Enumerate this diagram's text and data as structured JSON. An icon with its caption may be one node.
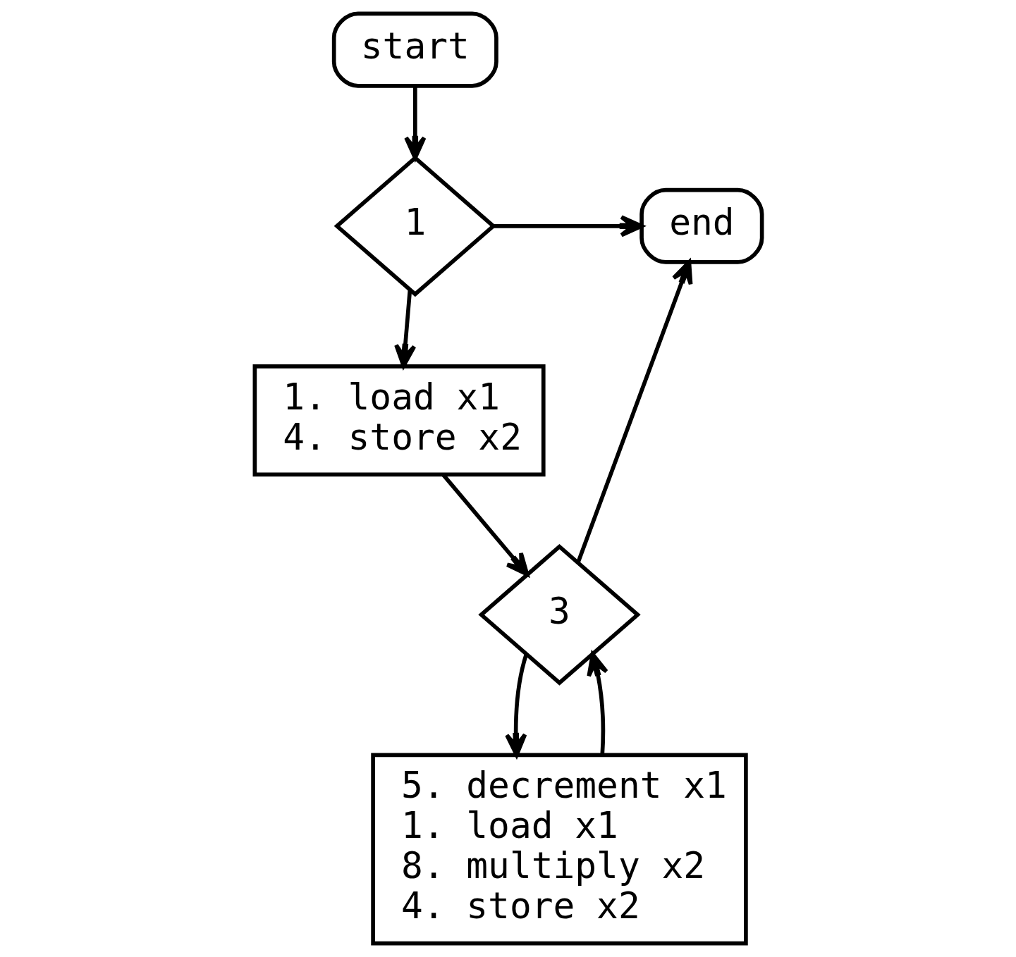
{
  "diagram": {
    "nodes": [
      {
        "text": [
          "start"
        ]
      },
      {
        "text": [
          "1"
        ]
      },
      {
        "text": [
          "1. load x1",
          "4. store x2"
        ]
      },
      {
        "text": [
          "end"
        ]
      },
      {
        "text": [
          "3"
        ]
      },
      {
        "text": [
          "5. decrement x1",
          "1. load x1",
          "8. multiply x2",
          "4. store x2"
        ]
      }
    ],
    "edges": [
      {
        "from": 0,
        "to": 1,
        "arrow": "to"
      },
      {
        "from": 1,
        "to": 3,
        "arrow": "to"
      },
      {
        "from": 1,
        "to": 2,
        "arrow": "to"
      },
      {
        "from": 2,
        "to": 4,
        "arrow": "to"
      },
      {
        "from": 4,
        "to": 3,
        "arrow": "to"
      },
      {
        "from": 4,
        "to": 5,
        "arrow": "to"
      },
      {
        "from": 5,
        "to": 4,
        "arrow": "to"
      }
    ]
  }
}
